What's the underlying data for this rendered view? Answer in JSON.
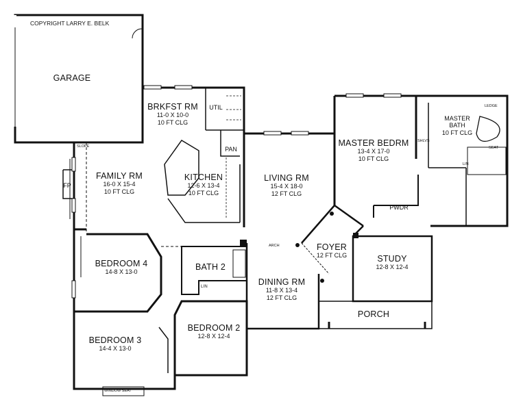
{
  "copyright": "COPYRIGHT LARRY E. BELK",
  "rooms": {
    "garage": {
      "name": "GARAGE"
    },
    "brkfst": {
      "name": "BRKFST RM",
      "dims": "11-0 X 10-0",
      "clg": "10 FT CLG"
    },
    "util": {
      "name": "UTIL"
    },
    "pan": {
      "name": "PAN"
    },
    "family": {
      "name": "FAMILY RM",
      "dims": "16-0 X 15-4",
      "clg": "10 FT CLG"
    },
    "fp": {
      "name": "FP"
    },
    "kitchen": {
      "name": "KITCHEN",
      "dims": "12-6 X 13-4",
      "clg": "10 FT CLG"
    },
    "living": {
      "name": "LIVING RM",
      "dims": "15-4 X 18-0",
      "clg": "12 FT CLG"
    },
    "master": {
      "name": "MASTER BEDRM",
      "dims": "13-4 X 17-0",
      "clg": "10 FT CLG"
    },
    "masterbath": {
      "name": "MASTER BATH",
      "clg": "10 FT CLG"
    },
    "pwdr": {
      "name": "PWDR"
    },
    "foyer": {
      "name": "FOYER",
      "clg": "12 FT CLG"
    },
    "study": {
      "name": "STUDY",
      "dims": "12-8 X 12-4"
    },
    "bedroom4": {
      "name": "BEDROOM 4",
      "dims": "14-8 X 13-0"
    },
    "bath2": {
      "name": "BATH 2"
    },
    "lin": {
      "name": "LIN"
    },
    "dining": {
      "name": "DINING RM",
      "dims": "11-8 X 13-4",
      "clg": "12 FT CLG"
    },
    "bedroom2": {
      "name": "BEDROOM 2",
      "dims": "12-8 X 12-4"
    },
    "bedroom3": {
      "name": "BEDROOM 3",
      "dims": "14-4 X 13-0"
    },
    "porch": {
      "name": "PORCH"
    }
  },
  "annotations": {
    "window_seat": "WINDOW SEAT",
    "arch": "ARCH",
    "ledge": "LEDGE",
    "seat": "SEAT",
    "shlvs": "SHLVS",
    "slope": "SLOPE",
    "lin": "LIN"
  }
}
